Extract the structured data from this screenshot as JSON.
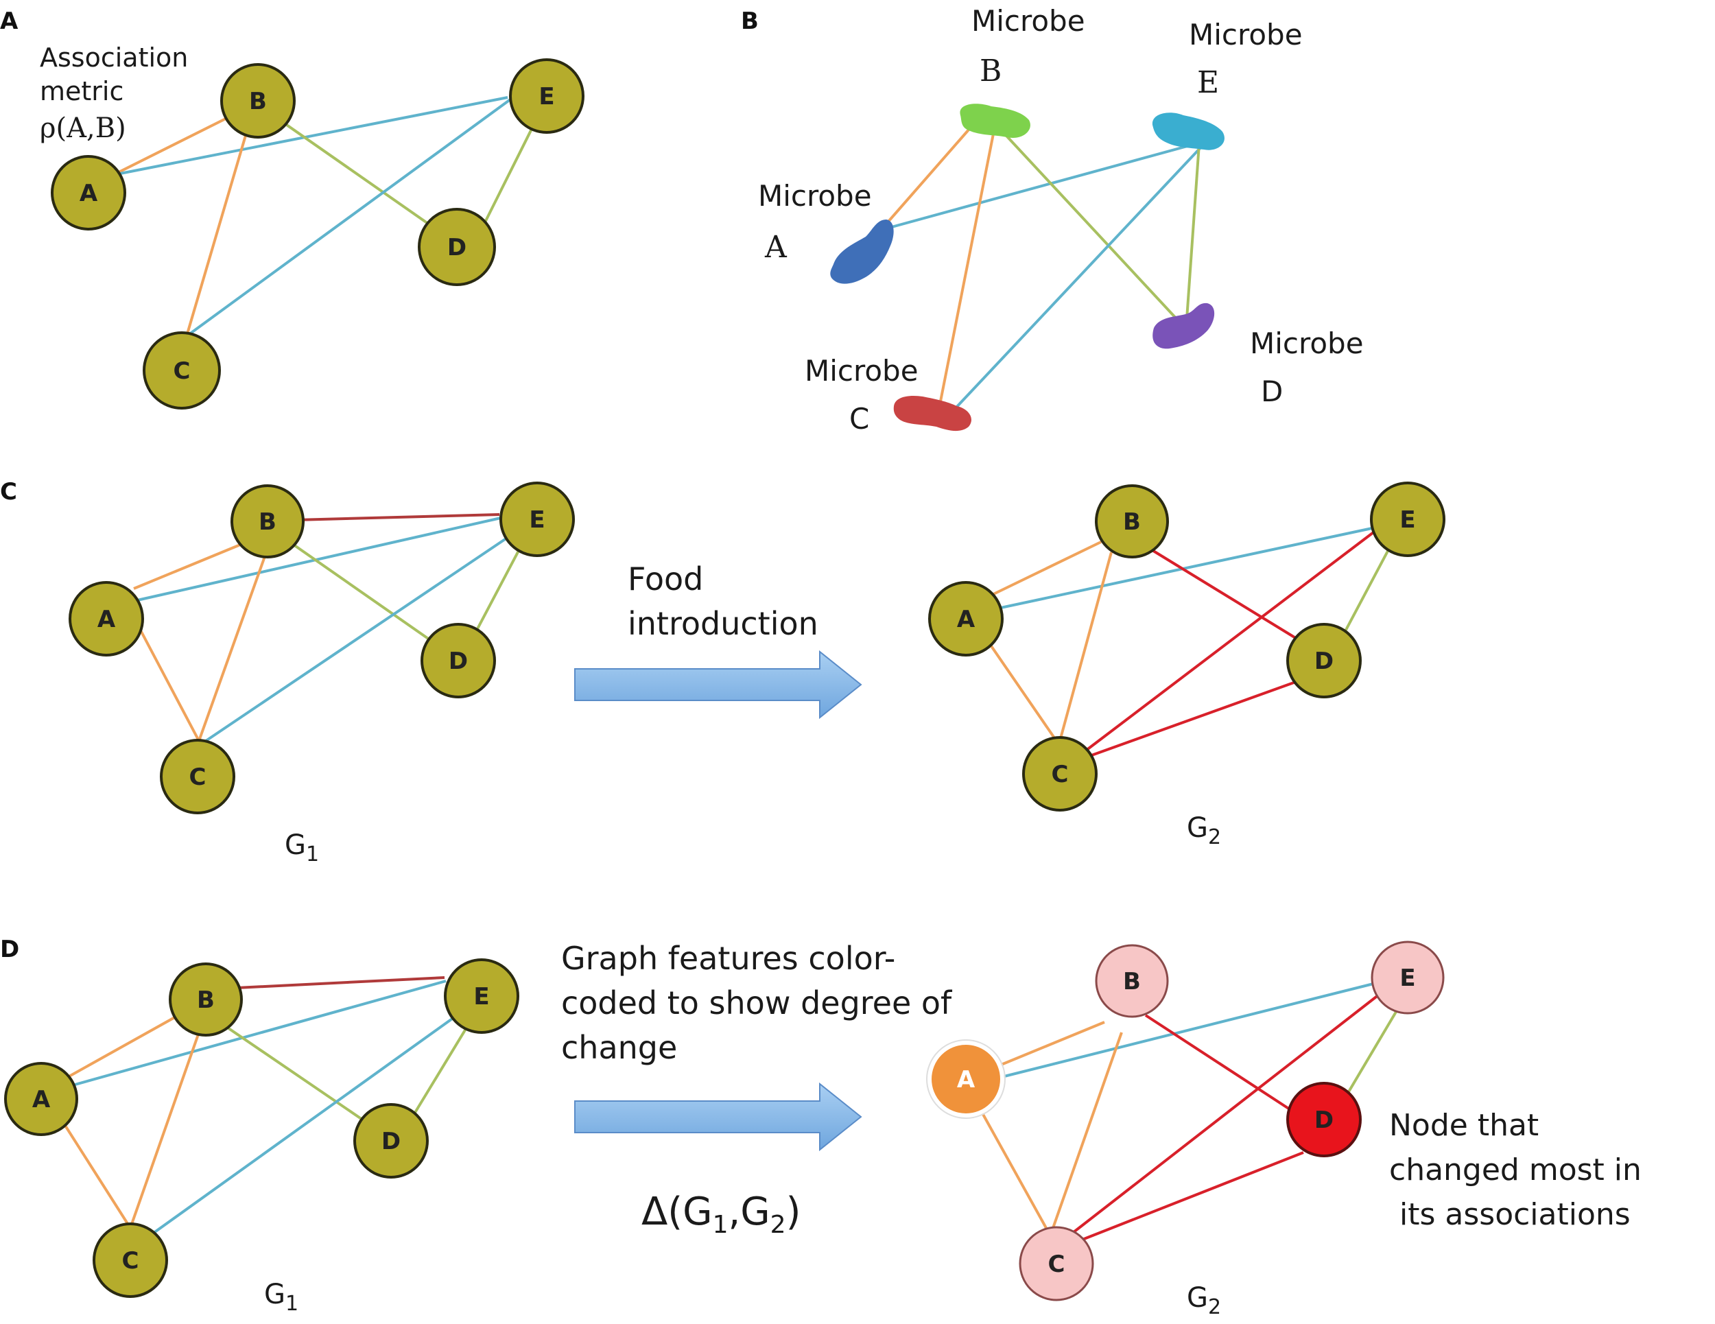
{
  "panels": {
    "A": {
      "label": "A",
      "annotation": [
        "Association",
        "metric",
        "ρ(A,B)"
      ]
    },
    "B": {
      "label": "B",
      "microbe_word": "Microbe",
      "microbes": [
        "A",
        "B",
        "C",
        "D",
        "E"
      ]
    },
    "C": {
      "label": "C",
      "arrow_text": [
        "Food",
        "introduction"
      ],
      "g1_label": "G",
      "g1_sub": "1",
      "g2_label": "G",
      "g2_sub": "2"
    },
    "D": {
      "label": "D",
      "arrow_text": [
        "Graph features color-",
        "coded to show degree of",
        "change"
      ],
      "delta": "Δ(G",
      "delta_sub1": "1",
      "delta_mid": ",G",
      "delta_sub2": "2",
      "delta_end": ")",
      "node_note": [
        "Node that",
        "changed most in",
        "its associations"
      ],
      "g1_label": "G",
      "g1_sub": "1",
      "g2_label": "G",
      "g2_sub": "2"
    }
  },
  "node_names": [
    "A",
    "B",
    "C",
    "D",
    "E"
  ],
  "colors": {
    "node_fill": "#b5ac2c",
    "node_stroke": "#2a2a12",
    "edge_orange": "#f0a35b",
    "edge_blue": "#5fb3cc",
    "edge_green": "#a8c060",
    "edge_red": "#d8202a",
    "edge_darkred": "#b03a3a",
    "arrow_fill": "#8cbbe8",
    "microbe_A": "#3f6fb8",
    "microbe_B": "#7ed24c",
    "microbe_C": "#c94343",
    "microbe_D": "#7a53b8",
    "microbe_E": "#3aaed0",
    "node_pink": "#f7c6c6",
    "node_orange": "#f0923a",
    "node_red": "#e8141c"
  }
}
